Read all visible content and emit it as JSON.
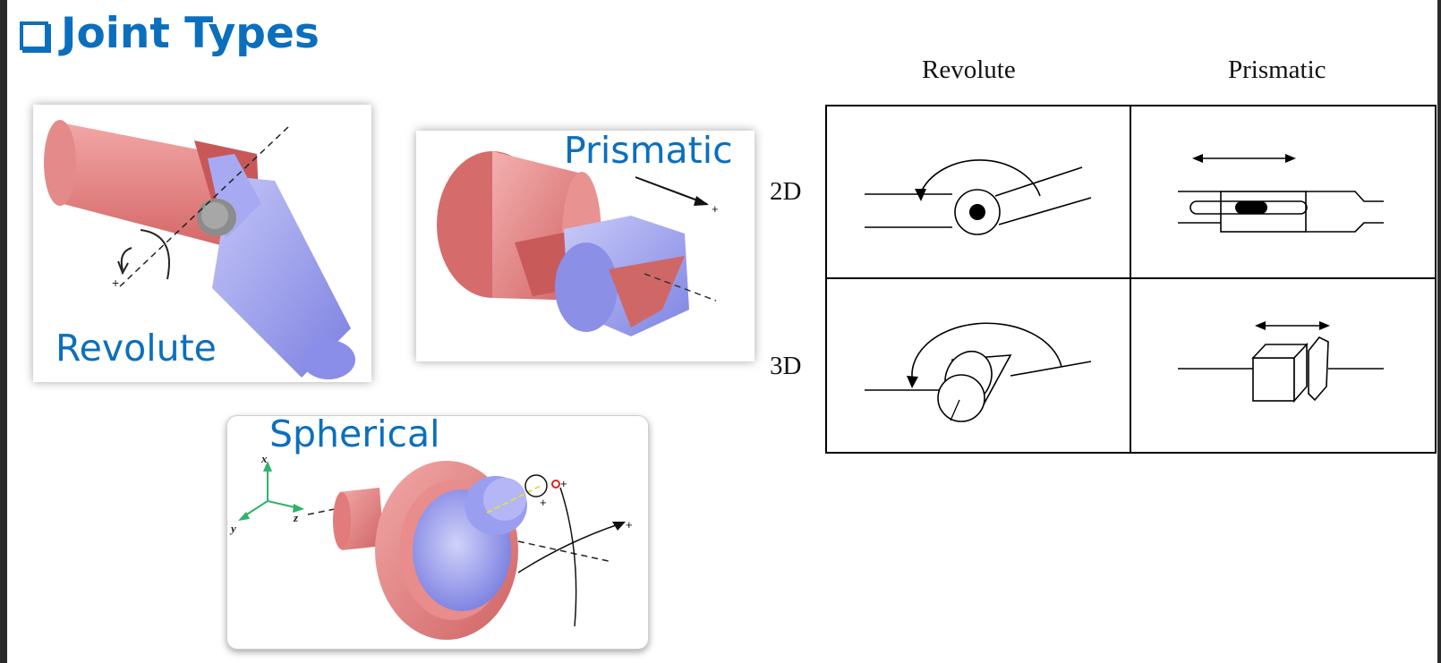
{
  "slide": {
    "title": "Joint Types"
  },
  "photos": {
    "revolute_label": "Revolute",
    "prismatic_label": "Prismatic",
    "spherical_label": "Spherical",
    "spherical_axes": [
      "x",
      "y",
      "z"
    ]
  },
  "table": {
    "columns": [
      "Revolute",
      "Prismatic"
    ],
    "rows": [
      "2D",
      "3D"
    ]
  },
  "colors": {
    "title_blue": "#0b6fbd",
    "part_red": "#e77b7b",
    "part_blue": "#9a9ef0"
  }
}
